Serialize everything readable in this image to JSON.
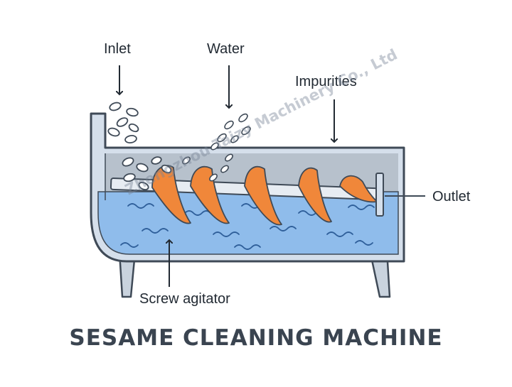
{
  "labels": {
    "inlet": "Inlet",
    "water": "Water",
    "impurities": "Impurities",
    "outlet": "Outlet",
    "screw_agitator": "Screw agitator"
  },
  "title": "SESAME CLEANING MACHINE",
  "watermark": "Zhengzhou Taizy Machinery Co., Ltd",
  "colors": {
    "tank_outline": "#3f4a57",
    "tank_wall": "#d5dfeb",
    "headspace": "#b7c1cc",
    "water": "#8fbceb",
    "wave": "#2f5f9a",
    "screw_blade": "#f0873a",
    "shaft": "#e7ecf2",
    "leg": "#c9d3de",
    "text": "#222a33"
  }
}
